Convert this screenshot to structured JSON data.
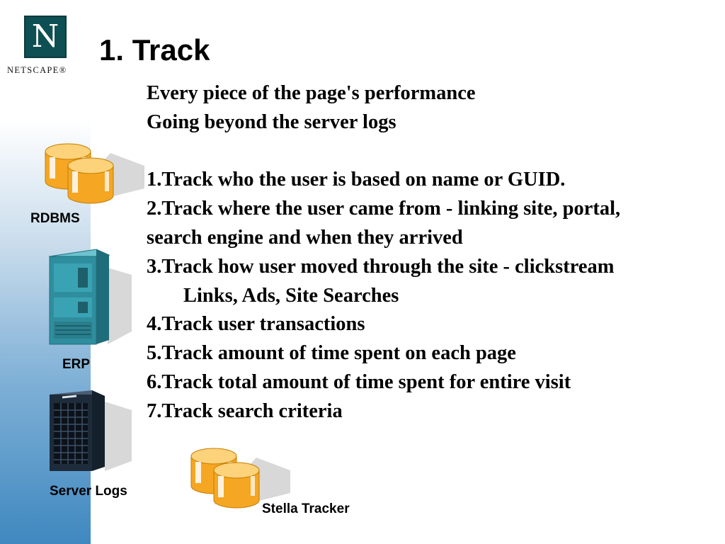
{
  "logo": {
    "letter": "N",
    "wordmark": "NETSCAPE®"
  },
  "slide": {
    "title": "1. Track",
    "lines": [
      "Every piece of the page's performance",
      "Going beyond the server logs",
      "",
      "1.Track who the user is based on name or GUID.",
      "2.Track where the user came from - linking site, portal,",
      "search engine and when they arrived",
      "3.Track how user moved through the site - clickstream",
      "Links, Ads, Site Searches",
      "4.Track user transactions",
      "5.Track amount of time spent on each page",
      "6.Track total amount of time spent for entire visit",
      "7.Track search criteria"
    ]
  },
  "icons": {
    "rdbms": {
      "name": "database-icon",
      "label": "RDBMS"
    },
    "erp": {
      "name": "server-tower-icon",
      "label": "ERP"
    },
    "server_logs": {
      "name": "server-rack-icon",
      "label": "Server Logs"
    },
    "stella": {
      "name": "database-icon",
      "label": "Stella Tracker"
    }
  },
  "colors": {
    "database_gold": "#f5a623",
    "server_teal": "#2f8e9e",
    "rack_dark": "#1e2b3a"
  }
}
